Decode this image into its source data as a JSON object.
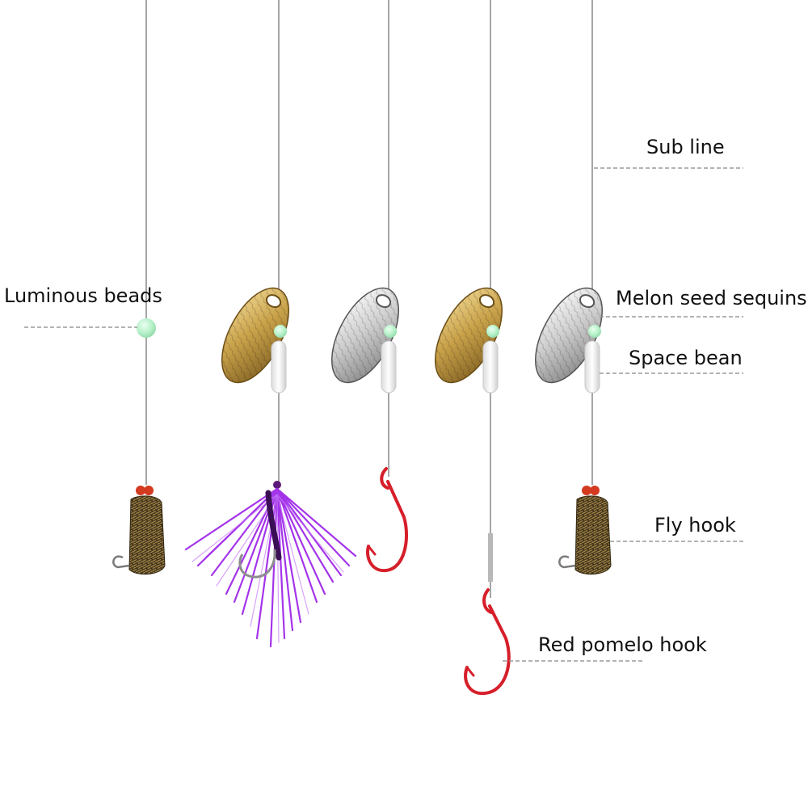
{
  "labels": {
    "sub_line": "Sub line",
    "luminous_beads": "Luminous beads",
    "melon_seed_sequins": "Melon seed sequins",
    "space_bean": "Space bean",
    "fly_hook": "Fly hook",
    "red_pomelo_hook": "Red pomelo hook"
  },
  "colors": {
    "line": "#8f8f8f",
    "leader": "#9a9a9a",
    "bead": "#b5f0c8",
    "gold_blade": "#c9a24a",
    "silver_blade": "#d9d9d9",
    "space_bean": "#f4f4f4",
    "red_hook": "#d61f2a",
    "feather": "#a020f0",
    "fly_body": "#5a4a2a",
    "fly_head": "#d43a1f"
  },
  "rigs": [
    {
      "name": "rig-1",
      "blade": "none",
      "end": "fly-hook"
    },
    {
      "name": "rig-2",
      "blade": "gold",
      "end": "purple-feather-hook"
    },
    {
      "name": "rig-3",
      "blade": "silver",
      "end": "red-hook"
    },
    {
      "name": "rig-4",
      "blade": "gold",
      "end": "red-pomelo-hook"
    },
    {
      "name": "rig-5",
      "blade": "silver",
      "end": "fly-hook"
    }
  ]
}
